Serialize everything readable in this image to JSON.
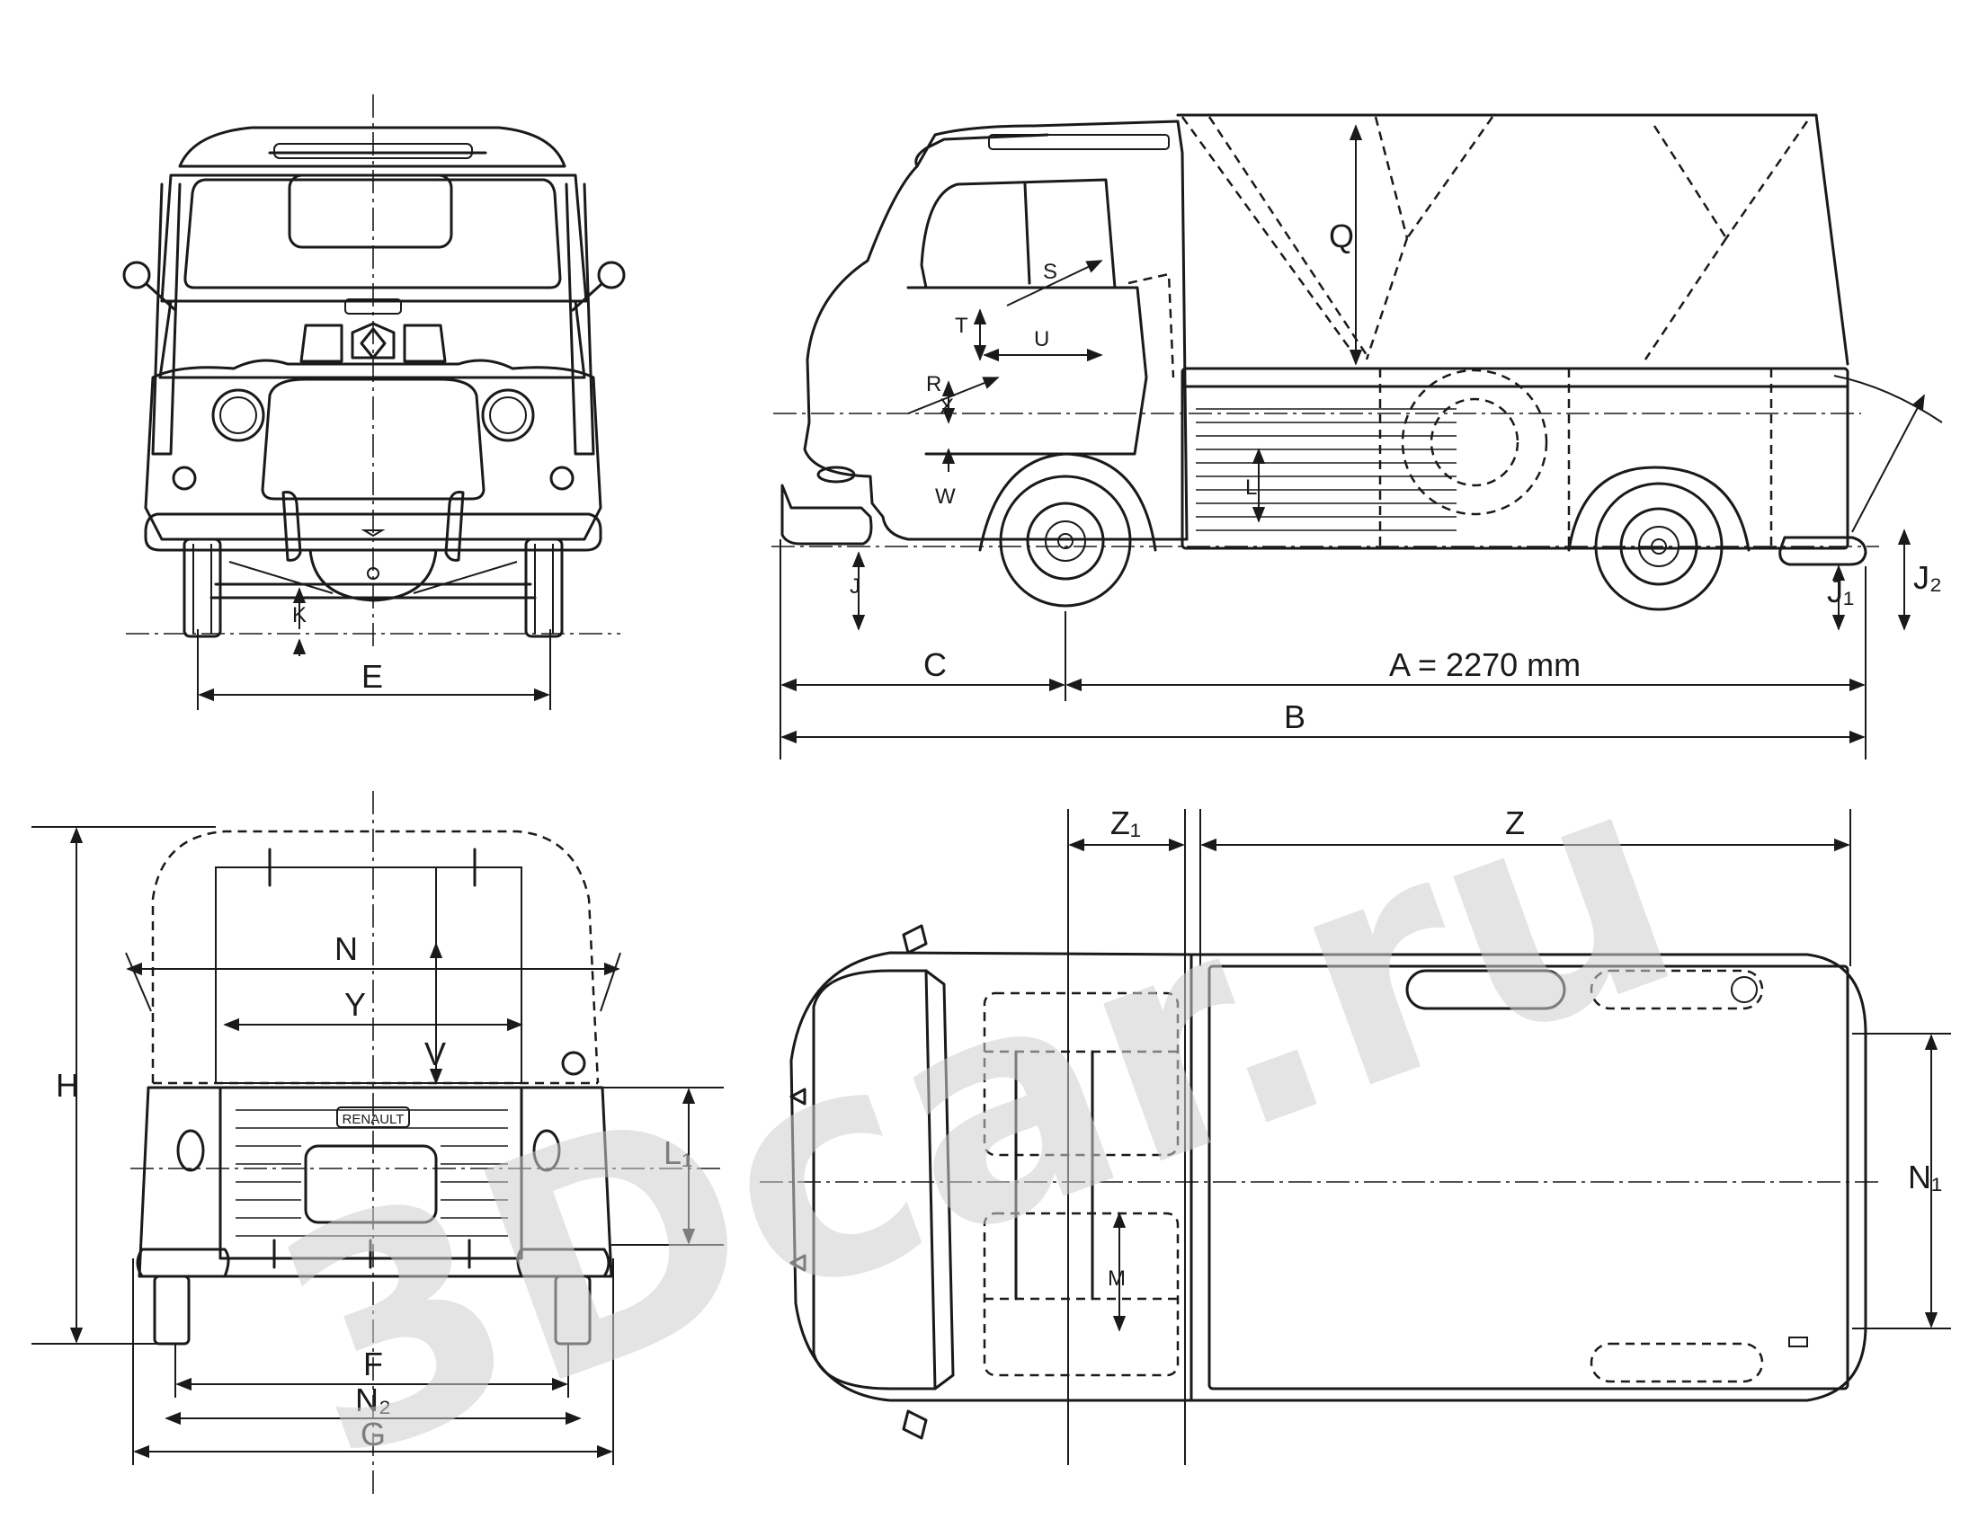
{
  "labels": {
    "front": {
      "E": "E",
      "K": "K"
    },
    "side": {
      "Q": "Q",
      "S": "S",
      "T": "T",
      "U": "U",
      "R": "R",
      "X": "X",
      "W": "W",
      "L": "L",
      "J": "J",
      "J1": "J₁",
      "J2": "J₂",
      "C": "C",
      "A": "A = 2270 mm",
      "B": "B"
    },
    "rear": {
      "N": "N",
      "Y": "Y",
      "V": "V",
      "H": "H",
      "L1": "L₁",
      "F": "F",
      "N2": "N₂",
      "G": "G",
      "badge": "RENAULT"
    },
    "top": {
      "Z1": "Z₁",
      "Z": "Z",
      "N1": "N₁",
      "M": "M"
    }
  },
  "watermark": "3Dcar.ru",
  "icons": {
    "front_emblem": "renault-diamond-icon"
  }
}
